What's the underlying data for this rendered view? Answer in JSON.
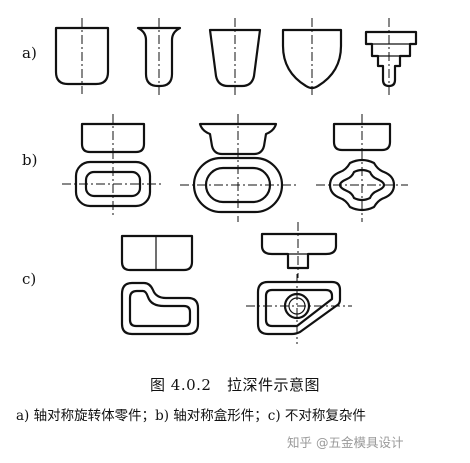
{
  "labels": {
    "a": "a)",
    "b": "b)",
    "c": "c)"
  },
  "caption": {
    "title": "图 4.0.2　拉深件示意图",
    "subtitle": "a) 轴对称旋转体零件；b) 轴对称盒形件；c) 不对称复杂件"
  },
  "watermark": "知乎 @五金模具设计"
}
